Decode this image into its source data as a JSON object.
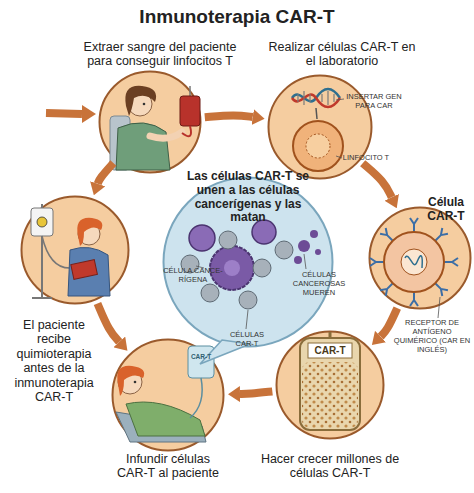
{
  "diagram": {
    "title": "Inmunoterapia CAR-T",
    "nodes": [
      {
        "text": [
          "Extraer sangre del paciente para conseguir linfocitos T"
        ]
      },
      {
        "text": [
          "Realizar células CAR-T en el laboratorio",
          "INSERTAR GEN PARA CAR",
          "LINFOCITO T"
        ]
      },
      {
        "text": [
          "Célula CAR-T",
          "RECEPTOR DE ANTÍGENO QUIMÉRICO (CAR EN INGLÉS)"
        ]
      },
      {
        "text": [
          "Las células CAR-T se unen a las células cancerígenas y las matan",
          "CÉLULA CANCE- RÍGENA",
          "CÉLULAS CANCEROSAS MUEREN",
          "CÉLULAS CAR-T"
        ]
      },
      {
        "text": [
          "El paciente recibe quimioterapia antes de la inmunoterapia CAR-T"
        ]
      },
      {
        "text": [
          "Infundir células CAR-T al paciente",
          "CAR-T"
        ]
      },
      {
        "text": [
          "Hacer crecer millones de células CAR-T",
          "CAR-T"
        ]
      }
    ],
    "edges": [
      {
        "from": 0,
        "to": 1,
        "arrow": "to"
      },
      {
        "from": 1,
        "to": 2,
        "arrow": "to"
      },
      {
        "from": 2,
        "to": 6,
        "arrow": "to"
      },
      {
        "from": 6,
        "to": 5,
        "arrow": "to"
      },
      {
        "from": 0,
        "to": 4,
        "arrow": "to"
      },
      {
        "from": 4,
        "to": 5,
        "arrow": "to"
      }
    ]
  }
}
